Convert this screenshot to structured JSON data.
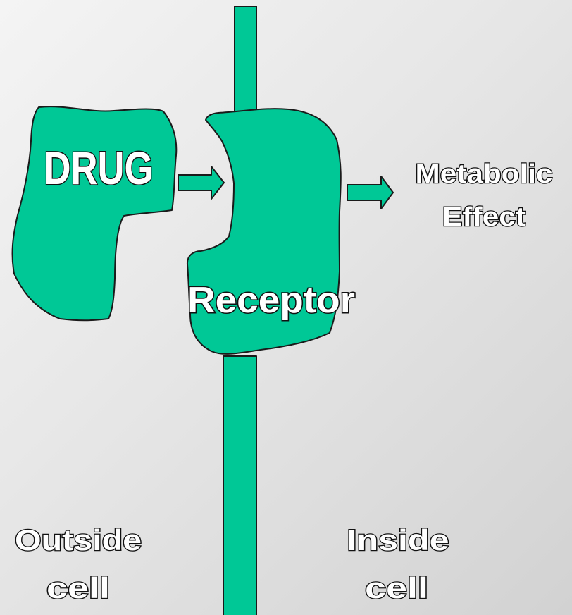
{
  "colors": {
    "shape_fill": "#00c896",
    "outline": "#1a1a1a",
    "text_fill": "#ffffff",
    "background": "#e6e6e6"
  },
  "labels": {
    "drug": "DRUG",
    "receptor": "Receptor",
    "effect_line1": "Metabolic",
    "effect_line2": "Effect",
    "outside_line1": "Outside",
    "outside_line2": "cell",
    "inside_line1": "Inside",
    "inside_line2": "cell"
  }
}
